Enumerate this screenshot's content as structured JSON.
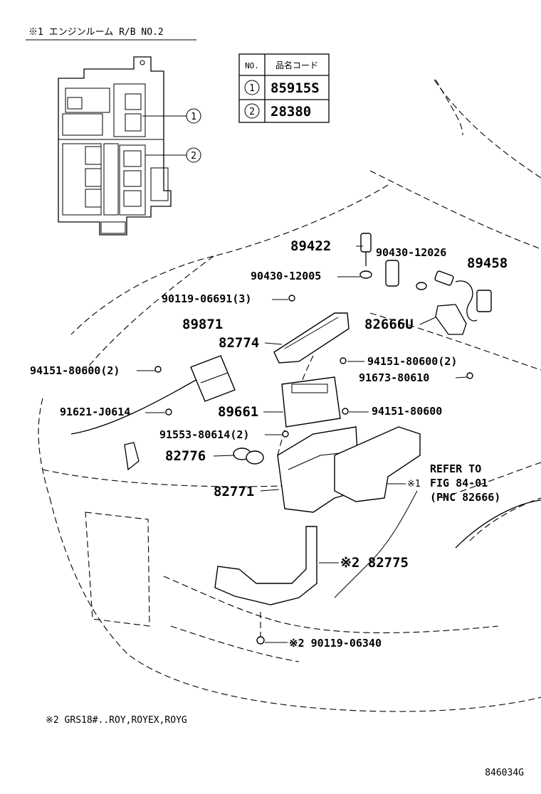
{
  "diagram": {
    "note_top": "※1 エンジンルーム R/B NO.2",
    "note_bottom": "※2 GRS18#..ROY,ROYEX,ROYG",
    "figure_code": "846034G",
    "table": {
      "header_no": "NO.",
      "header_code": "品名コード",
      "rows": [
        {
          "no": "1",
          "code": "85915S"
        },
        {
          "no": "2",
          "code": "28380"
        }
      ]
    },
    "relay_box_callouts": [
      "1",
      "2"
    ],
    "refer_note": [
      "REFER TO",
      "FIG 84-01",
      "(PNC 82666)"
    ],
    "refer_mark": "※1",
    "parts": [
      {
        "id": "p89422",
        "label": "89422"
      },
      {
        "id": "p90430_12026",
        "label": "90430-12026"
      },
      {
        "id": "p89458",
        "label": "89458"
      },
      {
        "id": "p90430_12005",
        "label": "90430-12005"
      },
      {
        "id": "p90119_06691",
        "label": "90119-06691(3)"
      },
      {
        "id": "p89871",
        "label": "89871"
      },
      {
        "id": "p82666u",
        "label": "82666U"
      },
      {
        "id": "p82774",
        "label": "82774"
      },
      {
        "id": "p94151_80600_2a",
        "label": "94151-80600(2)"
      },
      {
        "id": "p94151_80600_2b",
        "label": "94151-80600(2)"
      },
      {
        "id": "p91673_80610",
        "label": "91673-80610"
      },
      {
        "id": "p91621_j0614",
        "label": "91621-J0614"
      },
      {
        "id": "p89661",
        "label": "89661"
      },
      {
        "id": "p94151_80600",
        "label": "94151-80600"
      },
      {
        "id": "p91553_80614",
        "label": "91553-80614(2)"
      },
      {
        "id": "p82776",
        "label": "82776"
      },
      {
        "id": "p82771",
        "label": "82771"
      },
      {
        "id": "p82775",
        "label": "※2 82775"
      },
      {
        "id": "p90119_06340",
        "label": "※2 90119-06340"
      }
    ]
  }
}
